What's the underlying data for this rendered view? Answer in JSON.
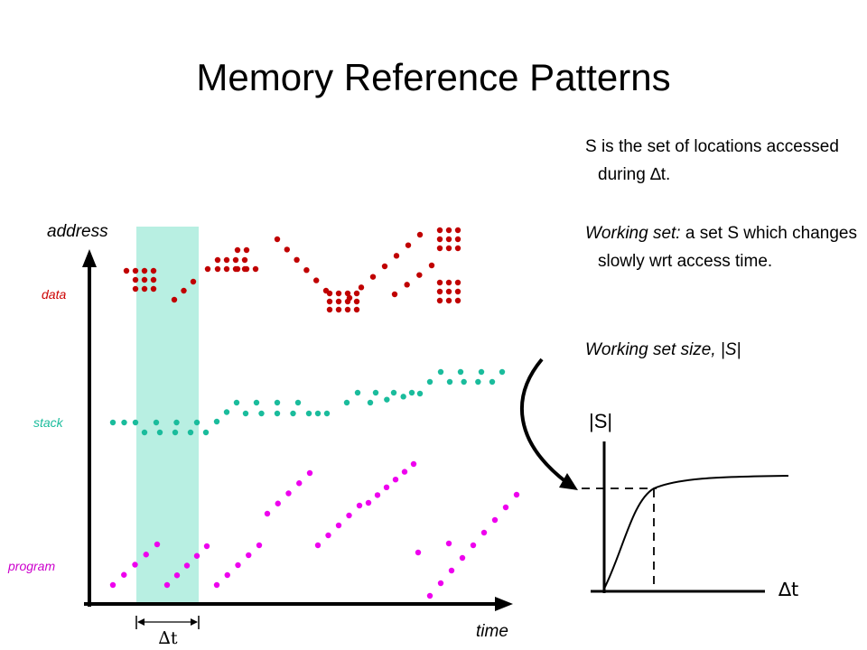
{
  "title": "Memory Reference Patterns",
  "bullets": {
    "b1_text": "S is the set of locations accessed during ∆t.",
    "b2_em": "Working set:",
    "b2_text": " a set S which changes slowly wrt access time.",
    "b3_text": "Working set size, |S|"
  },
  "diagram": {
    "y_axis_label": "address",
    "x_axis_label": "time",
    "region_labels": {
      "data": "data",
      "stack": "stack",
      "program": "program"
    },
    "window_label": "∆t",
    "colors": {
      "data": "#c00000",
      "stack": "#1abc9c",
      "program": "#ee00ee",
      "window": "#b8efe2"
    }
  },
  "inset": {
    "y_label": "|S|",
    "x_label": "∆t"
  }
}
